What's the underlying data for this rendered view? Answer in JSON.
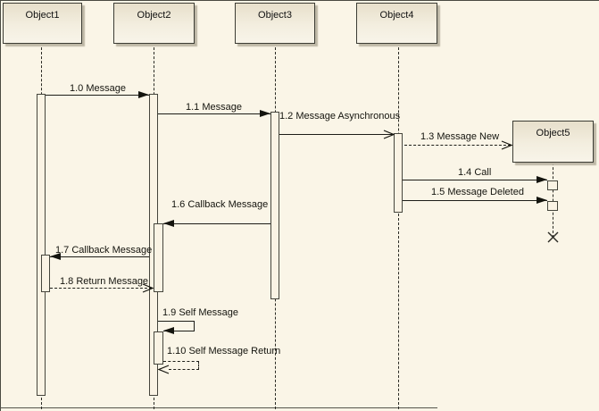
{
  "objects": [
    {
      "name": "Object1"
    },
    {
      "name": "Object2"
    },
    {
      "name": "Object3"
    },
    {
      "name": "Object4"
    },
    {
      "name": "Object5"
    }
  ],
  "messages": [
    {
      "label": "1.0 Message",
      "line": "solid",
      "arrowhead": "filled"
    },
    {
      "label": "1.1 Message",
      "line": "solid",
      "arrowhead": "filled"
    },
    {
      "label": "1.2 Message Asynchronous",
      "line": "solid",
      "arrowhead": "open"
    },
    {
      "label": "1.3 Message New",
      "line": "dashed",
      "arrowhead": "open"
    },
    {
      "label": "1.4 Call",
      "line": "solid",
      "arrowhead": "filled"
    },
    {
      "label": "1.5 Message Deleted",
      "line": "solid",
      "arrowhead": "filled"
    },
    {
      "label": "1.6 Callback Message",
      "line": "solid",
      "arrowhead": "filled"
    },
    {
      "label": "1.7 Callback Message",
      "line": "solid",
      "arrowhead": "filled"
    },
    {
      "label": "1.8 Return Message",
      "line": "dashed",
      "arrowhead": "open"
    },
    {
      "label": "1.9 Self Message",
      "line": "solid",
      "arrowhead": "filled"
    },
    {
      "label": "1.10 Self Message Return",
      "line": "dashed",
      "arrowhead": "open"
    }
  ],
  "colors": {
    "background": "#faf5e7",
    "box_fill_top": "#e7dfcb",
    "box_fill_bottom": "#f8f4e9",
    "box_border": "#3c3c34",
    "activation_fill": "#faf3e4",
    "line": "#1d1d18"
  }
}
